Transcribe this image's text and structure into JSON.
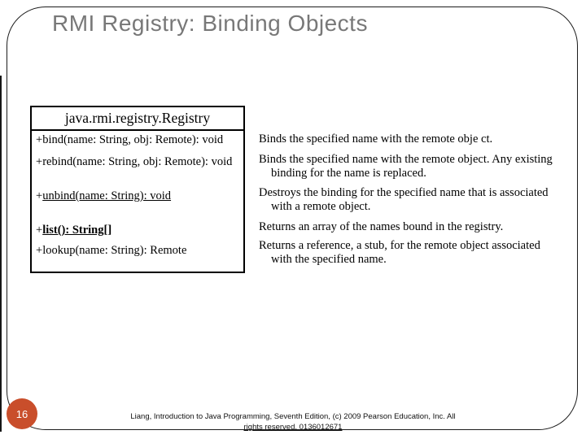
{
  "slide": {
    "title": "RMI Registry: Binding Objects",
    "page_number": "16",
    "footer": {
      "line1": "Liang, Introduction to Java Programming, Seventh Edition, (c) 2009 Pearson Education, Inc. All",
      "line2": "rights reserved. 0136012671"
    }
  },
  "uml_class": {
    "name": "java.rmi.registry.Registry",
    "methods": [
      {
        "prefix": "+",
        "body": "bind(name: String, obj: Remote): void",
        "style": "normal"
      },
      {
        "prefix": "+",
        "body": "rebind(name: String, obj: Remote): void",
        "style": "normal"
      },
      {
        "prefix": "+",
        "body": "unbind(name: String): void",
        "style": "underline"
      },
      {
        "prefix": "+",
        "body": "list(): String[]",
        "style": "bold-underline"
      },
      {
        "prefix": "+",
        "body": "lookup(name: String): Remote",
        "style": "normal"
      }
    ]
  },
  "method_descriptions": [
    {
      "text": "Binds the specified name with the remote obje ct."
    },
    {
      "text": "Binds the specified name with the remote object. Any existing binding for the name is replaced."
    },
    {
      "text": "Destroys the binding for the specified name that is associated with a remote object."
    },
    {
      "text": "Returns an array of the names bound in the registry."
    },
    {
      "text": "Returns a reference, a stub, for the remote object associated with the specified name."
    }
  ],
  "colors": {
    "title_gray": "#787878",
    "page_circle_orange": "#c94e2b",
    "line_black": "#1c1c1c"
  }
}
